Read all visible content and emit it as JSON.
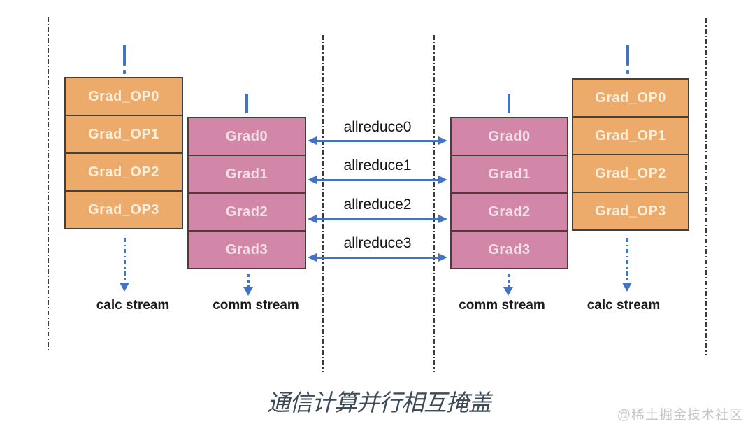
{
  "caption": "通信计算并行相互掩盖",
  "watermark": "@稀土掘金技术社区",
  "colors": {
    "calc_box_fill": "#ecaa6b",
    "comm_box_fill": "#d286a8",
    "box_border": "#45403a",
    "arrow_blue": "#4472c4",
    "separator_line": "#3b3b3b",
    "caption_text": "#3e4a57",
    "watermark_text": "#c6c6c6"
  },
  "stacks": {
    "left_calc": {
      "stream_label": "calc stream",
      "boxes": [
        "Grad_OP0",
        "Grad_OP1",
        "Grad_OP2",
        "Grad_OP3"
      ]
    },
    "left_comm": {
      "stream_label": "comm stream",
      "boxes": [
        "Grad0",
        "Grad1",
        "Grad2",
        "Grad3"
      ]
    },
    "right_comm": {
      "stream_label": "comm stream",
      "boxes": [
        "Grad0",
        "Grad1",
        "Grad2",
        "Grad3"
      ]
    },
    "right_calc": {
      "stream_label": "calc stream",
      "boxes": [
        "Grad_OP0",
        "Grad_OP1",
        "Grad_OP2",
        "Grad_OP3"
      ]
    }
  },
  "allreduce_labels": [
    "allreduce0",
    "allreduce1",
    "allreduce2",
    "allreduce3"
  ]
}
